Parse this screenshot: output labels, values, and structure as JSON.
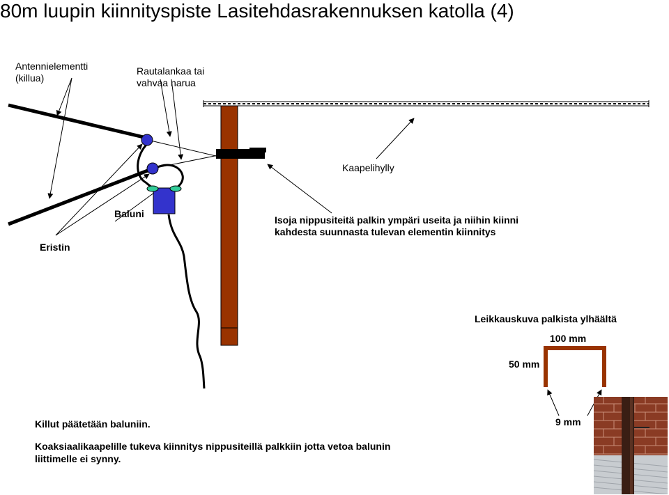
{
  "title": "80m luupin kiinnityspiste Lasitehdasrakennuksen katolla (4)",
  "labels": {
    "antenna_line1": "Antennielementti",
    "antenna_line2": "(killua)",
    "wire_line1": "Rautalankaa tai",
    "wire_line2": "vahvaa narua",
    "cable_tray": "Kaapelihylly",
    "balun": "Baluni",
    "insulator": "Eristin",
    "zip_ties_line1": "Isoja nippusiteitä palkin ympäri useita ja niihin kiinni",
    "zip_ties_line2": "kahdesta suunnasta tulevan elementin kiinnitys",
    "cross_section": "Leikkauskuva palkista ylhäältä",
    "dim_width": "100 mm",
    "dim_depth": "50 mm",
    "dim_thickness": "9 mm"
  },
  "notes": {
    "line1": "Killut päätetään baluniin.",
    "line2": "Koaksiaalikaapelille tukeva kiinnitys nippusiteillä palkkiin jotta vetoa balunin liittimelle ei synny."
  },
  "colors": {
    "beam": "#993300",
    "balun": "#3333cc",
    "insulator": "#3333cc",
    "connector": "#33cc99",
    "line": "#000000"
  }
}
